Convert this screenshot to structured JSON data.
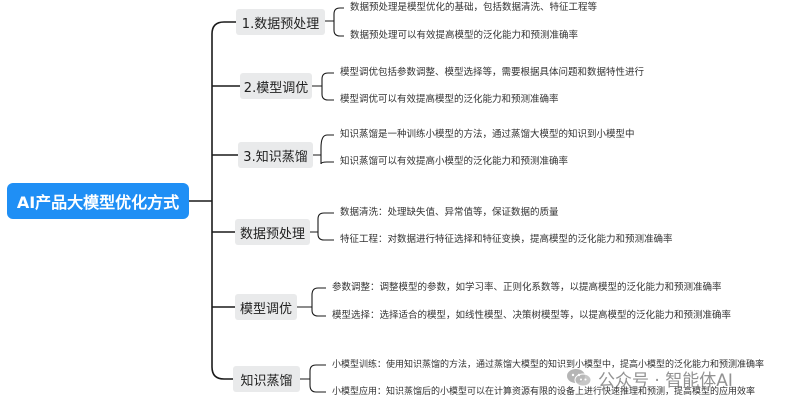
{
  "root": {
    "label": "AI产品大模型优化方式"
  },
  "branches": [
    {
      "label": "1.数据预处理",
      "leaves": [
        "数据预处理是模型优化的基础，包括数据清洗、特征工程等",
        "数据预处理可以有效提高模型的泛化能力和预测准确率"
      ]
    },
    {
      "label": "2.模型调优",
      "leaves": [
        "模型调优包括参数调整、模型选择等，需要根据具体问题和数据特性进行",
        "模型调优可以有效提高模型的泛化能力和预测准确率"
      ]
    },
    {
      "label": "3.知识蒸馏",
      "leaves": [
        "知识蒸馏是一种训练小模型的方法，通过蒸馏大模型的知识到小模型中",
        "知识蒸馏可以有效提高小模型的泛化能力和预测准确率"
      ]
    },
    {
      "label": "数据预处理",
      "leaves": [
        "数据清洗：处理缺失值、异常值等，保证数据的质量",
        "特征工程：对数据进行特征选择和特征变换，提高模型的泛化能力和预测准确率"
      ]
    },
    {
      "label": "模型调优",
      "leaves": [
        "参数调整：调整模型的参数，如学习率、正则化系数等，以提高模型的泛化能力和预测准确率",
        "模型选择：选择适合的模型，如线性模型、决策树模型等，以提高模型的泛化能力和预测准确率"
      ]
    },
    {
      "label": "知识蒸馏",
      "leaves": [
        "小模型训练：使用知识蒸馏的方法，通过蒸馏大模型的知识到小模型中，提高小模型的泛化能力和预测准确率",
        "小模型应用：知识蒸馏后的小模型可以在计算资源有限的设备上进行快速推理和预测，提高模型的应用效率"
      ]
    }
  ],
  "watermark": {
    "text": "公众号 · 智能体AI",
    "icon": "wechat-icon"
  },
  "colors": {
    "root_bg": "#1f8ff5",
    "branch_bg": "#e9eaeb",
    "line": "#1a1a1a"
  }
}
